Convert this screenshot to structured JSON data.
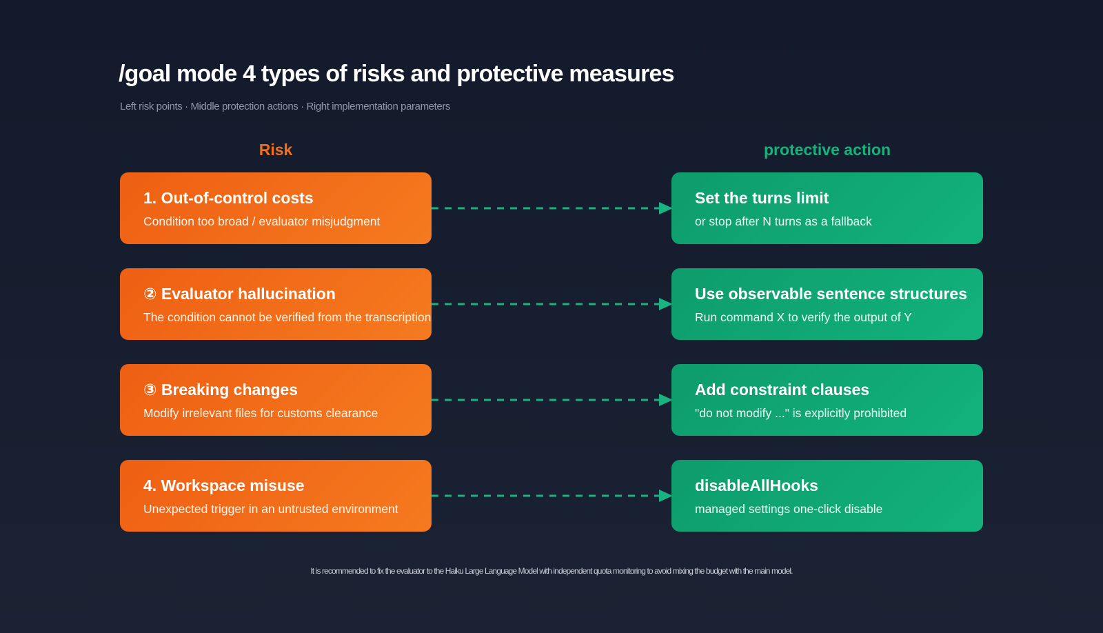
{
  "title": "/goal mode 4 types of risks and protective measures",
  "subtitle": "Left risk points · Middle protection actions · Right implementation parameters",
  "columns": {
    "risk": "Risk",
    "action": "protective action"
  },
  "rows": [
    {
      "risk_title": "1. Out-of-control costs",
      "risk_desc": "Condition too broad / evaluator misjudgment",
      "action_title": "Set the turns limit",
      "action_desc": "or stop after N turns as a fallback"
    },
    {
      "risk_title": "② Evaluator hallucination",
      "risk_desc": "The condition cannot be verified from the transcription",
      "action_title": "Use observable sentence structures",
      "action_desc": "Run command X to verify the output of Y"
    },
    {
      "risk_title": "③ Breaking changes",
      "risk_desc": "Modify irrelevant files for customs clearance",
      "action_title": "Add constraint clauses",
      "action_desc": "\"do not modify ...\" is explicitly prohibited"
    },
    {
      "risk_title": "4. Workspace misuse",
      "risk_desc": "Unexpected trigger in an untrusted environment",
      "action_title": "disableAllHooks",
      "action_desc": "managed settings one-click disable"
    }
  ],
  "footer": "It is recommended to fix the evaluator to the Haiku Large Language Model with independent quota monitoring to avoid mixing the budget with the main model.",
  "colors": {
    "risk": "#f26f1c",
    "action": "#16b37d",
    "connector": "#19b382",
    "background": "#151c2d"
  }
}
